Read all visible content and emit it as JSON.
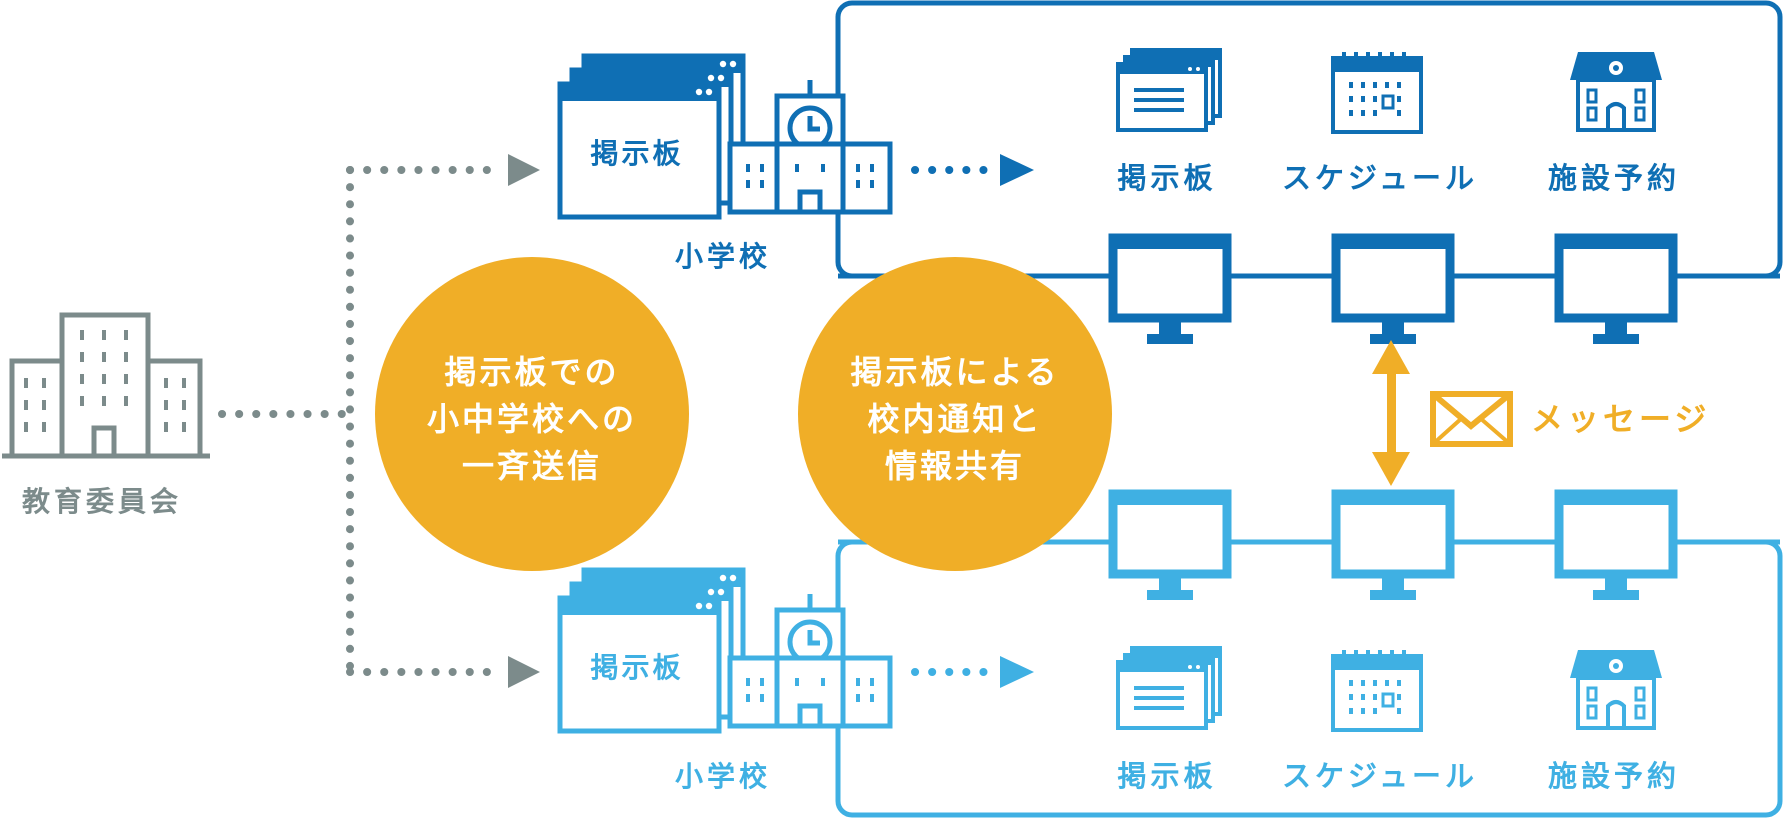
{
  "board_office": {
    "label": "教育委員会"
  },
  "school_top": {
    "board_window_label": "掲示板",
    "school_label": "小学校",
    "features": [
      "掲示板",
      "スケジュール",
      "施設予約"
    ]
  },
  "school_bottom": {
    "board_window_label": "掲示板",
    "school_label": "小学校",
    "features": [
      "掲示板",
      "スケジュール",
      "施設予約"
    ]
  },
  "circle_left": {
    "lines": [
      "掲示板での",
      "小中学校への",
      "一斉送信"
    ]
  },
  "circle_right": {
    "lines": [
      "掲示板による",
      "校内通知と",
      "情報共有"
    ]
  },
  "message": {
    "label": "メッセージ"
  },
  "colors": {
    "dark_blue": "#0f6fb4",
    "light_blue": "#3fb0e3",
    "gray": "#7c8b8b",
    "orange": "#f0ae27",
    "white": "#ffffff"
  }
}
